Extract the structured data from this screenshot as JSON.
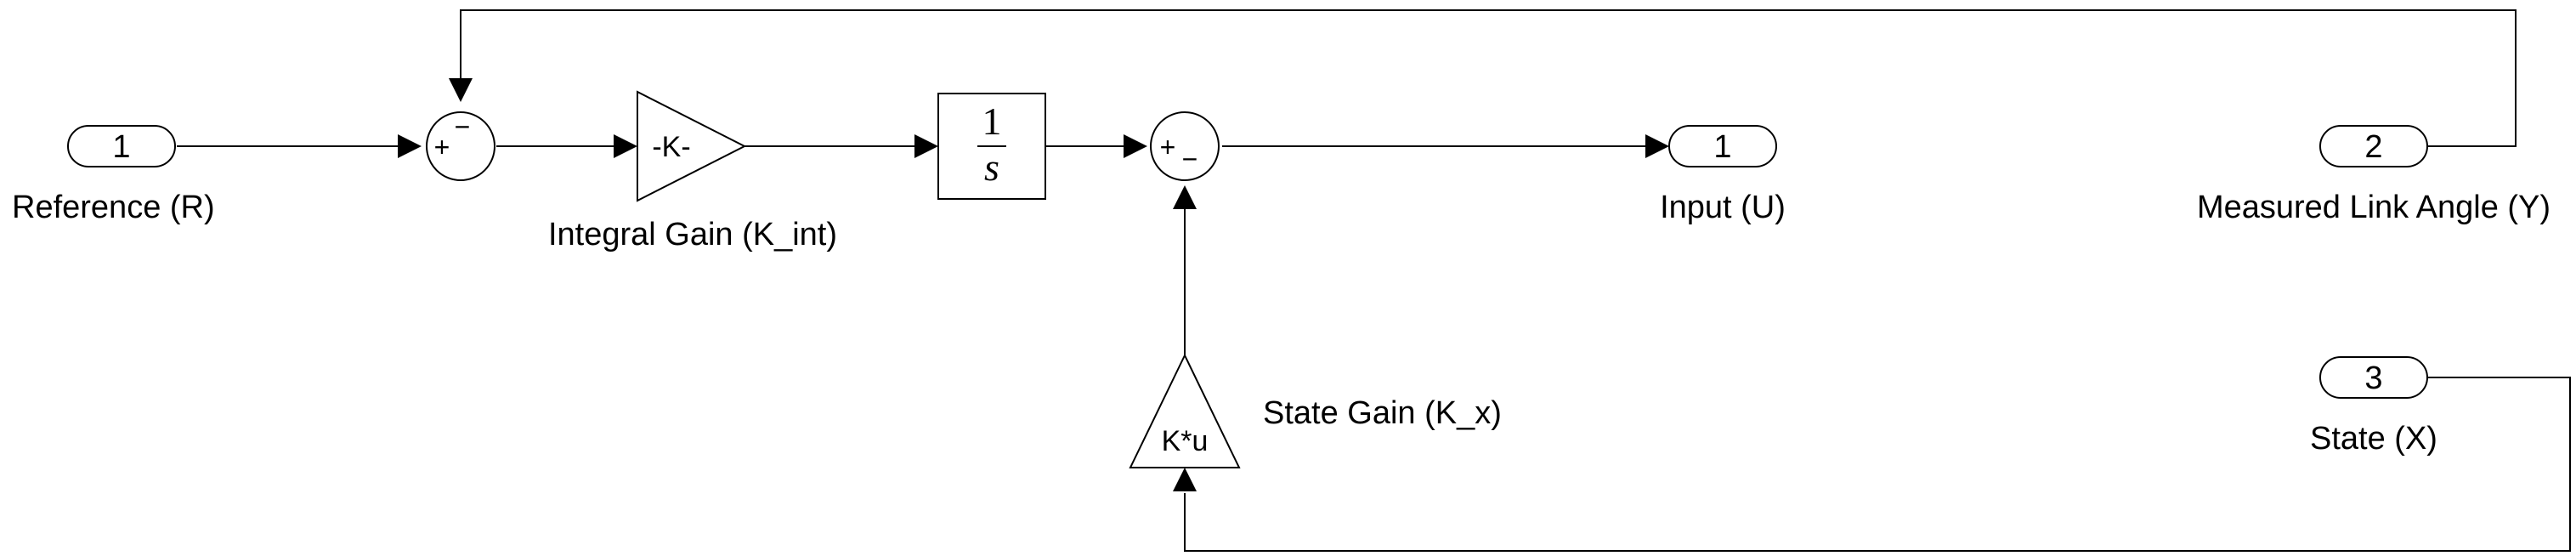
{
  "inports": [
    {
      "number": "1",
      "label": "Reference (R)"
    },
    {
      "number": "2",
      "label": "Measured Link Angle (Y)"
    },
    {
      "number": "3",
      "label": "State (X)"
    }
  ],
  "outports": [
    {
      "number": "1",
      "label": "Input (U)"
    }
  ],
  "sum1": {
    "top_sign": "−",
    "left_sign": "+"
  },
  "integral_gain": {
    "text": "-K-",
    "label": "Integral Gain (K_int)"
  },
  "integrator": {
    "numerator": "1",
    "denominator": "s"
  },
  "sum2": {
    "left_sign": "+",
    "bottom_sign": "−"
  },
  "state_gain": {
    "text": "K*u",
    "label": "State Gain (K_x)"
  }
}
